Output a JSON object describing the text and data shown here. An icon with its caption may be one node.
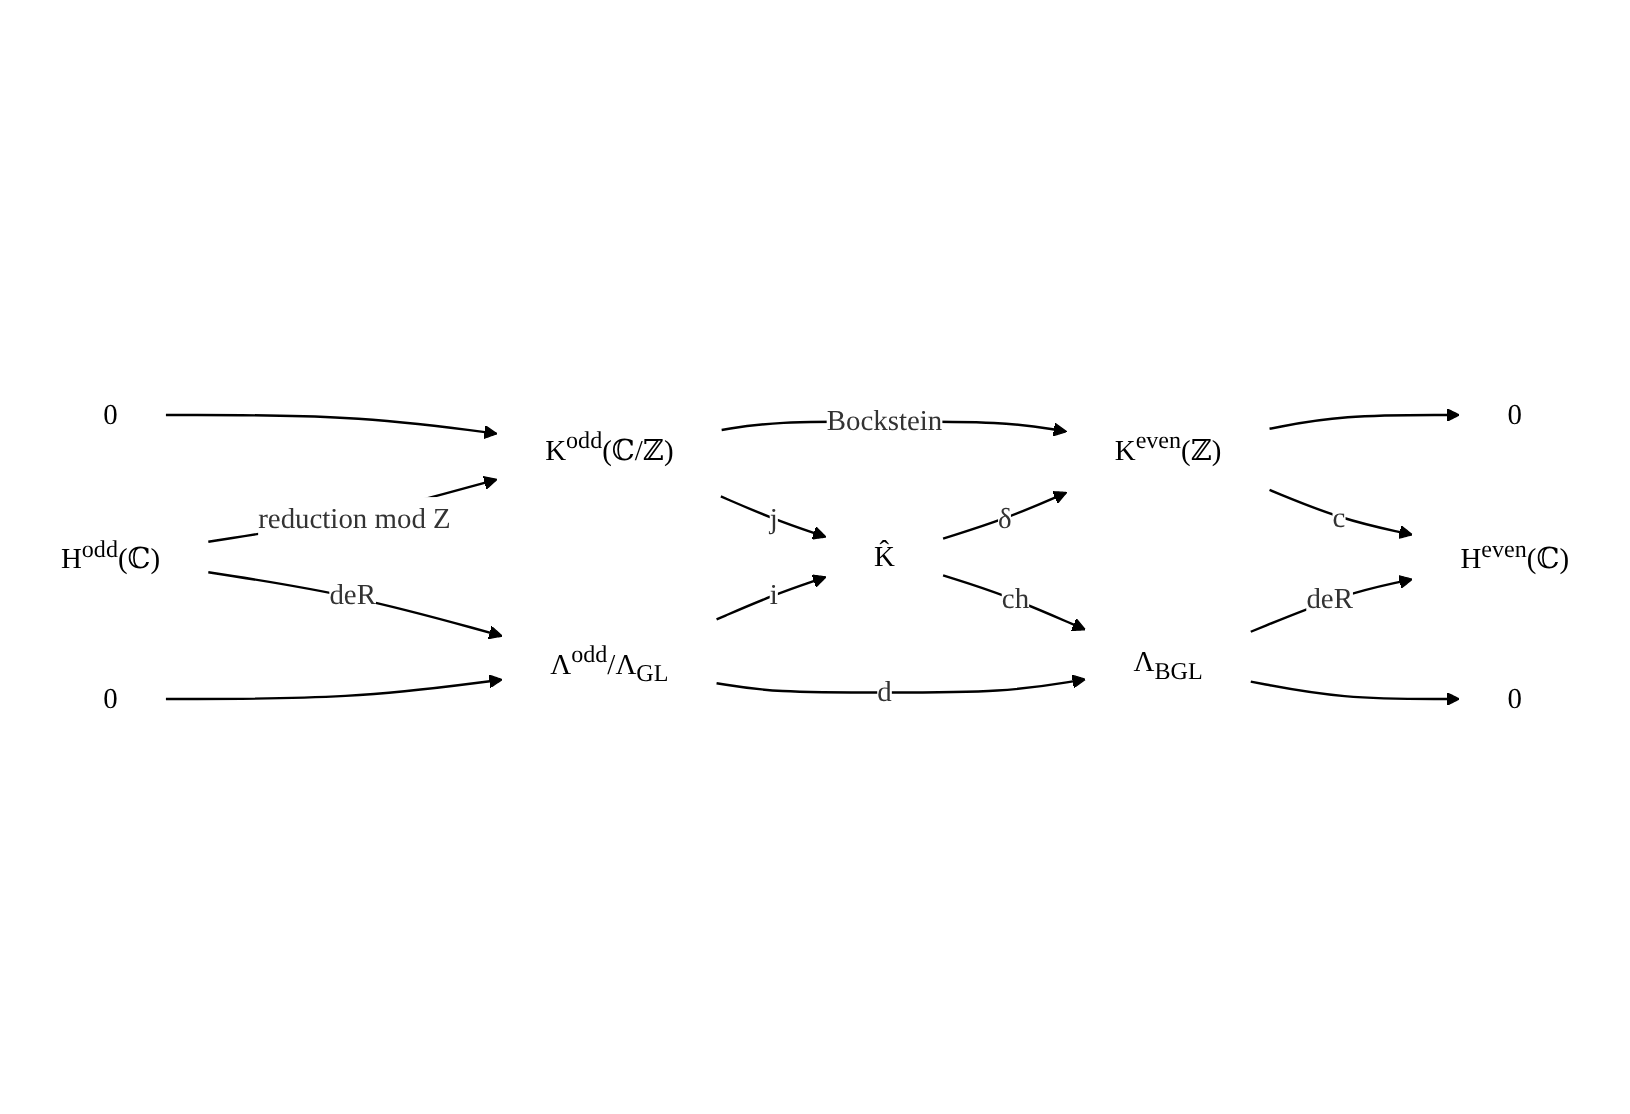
{
  "diagram": {
    "nodes": [
      {
        "text": [
          "0"
        ]
      },
      {
        "text": [
          "0"
        ]
      },
      {
        "text": [
          "K$^{odd}$(ℂ/ℤ)"
        ]
      },
      {
        "text": [
          "K$^{even}$(ℤ)"
        ]
      },
      {
        "text": [
          "H$^{odd}$(ℂ)"
        ]
      },
      {
        "text": [
          "K̂"
        ]
      },
      {
        "text": [
          "H$^{even}$(ℂ)"
        ]
      },
      {
        "text": [
          "Λ$^{odd}$/Λ$_{GL}$"
        ]
      },
      {
        "text": [
          "Λ$_{BGL}$"
        ]
      },
      {
        "text": [
          "0"
        ]
      },
      {
        "text": [
          "0"
        ]
      }
    ],
    "edges": [
      {
        "from": 0,
        "to": 2,
        "arrow": "to"
      },
      {
        "from": 2,
        "to": 3,
        "arrow": "to",
        "label": "Bockstein"
      },
      {
        "from": 3,
        "to": 1,
        "arrow": "to"
      },
      {
        "from": 4,
        "to": 2,
        "arrow": "to",
        "label": "reduction mod Z"
      },
      {
        "from": 2,
        "to": 5,
        "arrow": "to",
        "label": "j"
      },
      {
        "from": 5,
        "to": 3,
        "arrow": "to",
        "label": "δ"
      },
      {
        "from": 3,
        "to": 6,
        "arrow": "to",
        "label": "c"
      },
      {
        "from": 4,
        "to": 7,
        "arrow": "to",
        "label": "deR"
      },
      {
        "from": 7,
        "to": 5,
        "arrow": "to",
        "label": "i"
      },
      {
        "from": 5,
        "to": 8,
        "arrow": "to",
        "label": "ch"
      },
      {
        "from": 8,
        "to": 6,
        "arrow": "to",
        "label": "deR"
      },
      {
        "from": 7,
        "to": 8,
        "arrow": "to",
        "label": "d"
      },
      {
        "from": 9,
        "to": 7,
        "arrow": "to"
      },
      {
        "from": 8,
        "to": 10,
        "arrow": "to"
      }
    ]
  }
}
